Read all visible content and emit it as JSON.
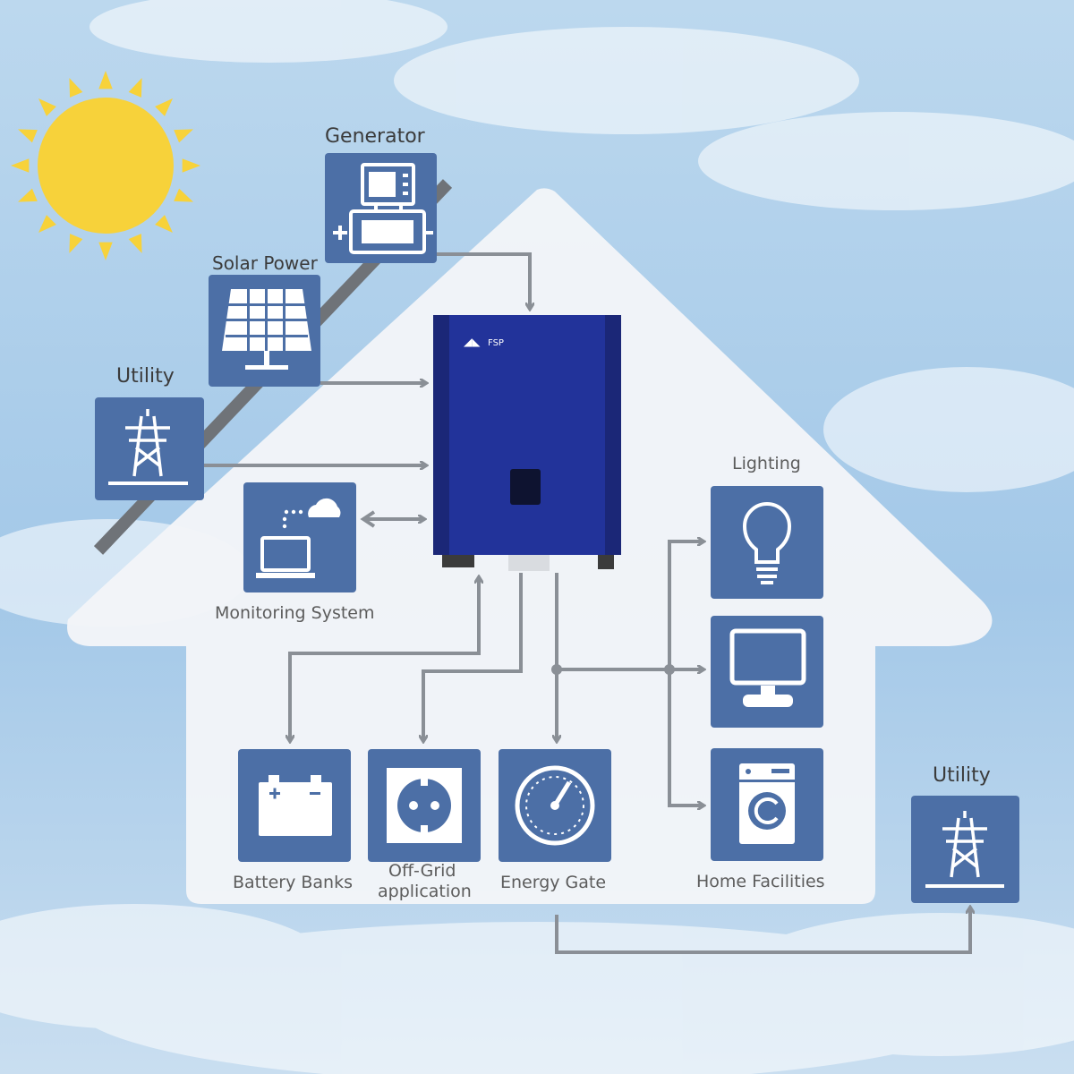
{
  "labels": {
    "generator": "Generator",
    "solar_power": "Solar Power",
    "utility_in": "Utility",
    "monitoring": "Monitoring System",
    "lighting": "Lighting",
    "battery": "Battery Banks",
    "offgrid_1": "Off-Grid",
    "offgrid_2": "application",
    "energy_gate": "Energy Gate",
    "home_facilities": "Home Facilities",
    "utility_out": "Utility"
  },
  "inverter": {
    "brand": "FSP"
  },
  "icons": {
    "sun": "sun-icon",
    "generator": "generator-icon",
    "solar": "solar-panel-icon",
    "utility": "power-tower-icon",
    "monitoring": "laptop-cloud-icon",
    "lighting": "light-bulb-icon",
    "monitor": "monitor-icon",
    "washer": "washing-machine-icon",
    "battery": "battery-icon",
    "socket": "power-socket-icon",
    "gauge": "gauge-icon"
  },
  "colors": {
    "tile": "#4c6fa6",
    "inverter": "#22339a",
    "arrow": "#8a8f96",
    "sun": "#f7d23a",
    "house": "#f3f5f8",
    "sky": "#a9cdea"
  }
}
